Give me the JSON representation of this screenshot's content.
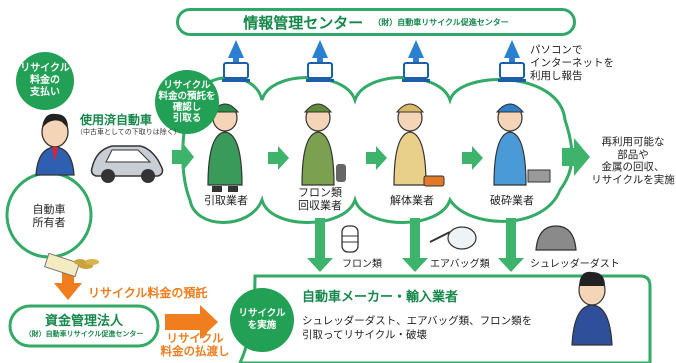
{
  "center": {
    "title": "情報管理センター",
    "subtitle": "（財）自動車リサイクル促進センター"
  },
  "pc_report": "パソコンで\nインターネットを\n利用し報告",
  "owner_payment_bubble": "リサイクル\n料金の\n支払い",
  "used_car": {
    "title": "使用済自動車",
    "note": "（中古車としての下取りは除く）"
  },
  "owner": "自動車\n所有者",
  "collector_bubble": "リサイクル\n料金の預託を\n確認し\n引取る",
  "workers": [
    {
      "label": "引取業者"
    },
    {
      "label": "フロン類\n回収業者"
    },
    {
      "label": "解体業者"
    },
    {
      "label": "破砕業者"
    }
  ],
  "reuse_text": "再利用可能な\n部品や\n金属の回収、\nリサイクルを実施",
  "items": [
    {
      "label": "フロン類"
    },
    {
      "label": "エアバッグ類"
    },
    {
      "label": "シュレッダーダスト"
    }
  ],
  "deposit_label": "リサイクル料金の預託",
  "fund": {
    "title": "資金管理法人",
    "subtitle": "（財）自動車リサイクル促進センター"
  },
  "payout_label": "リサイクル\n料金の払渡し",
  "recycle_circle": "リサイクル\nを実施",
  "maker": {
    "title": "自動車メーカー・輸入業者",
    "desc": "シュレッダーダスト、エアバッグ類、フロン類を\n引取ってリサイクル・破壊"
  },
  "colors": {
    "green": "#22a055",
    "dark_green": "#13884a",
    "orange": "#f07e1e",
    "blue": "#1c7fd0"
  }
}
